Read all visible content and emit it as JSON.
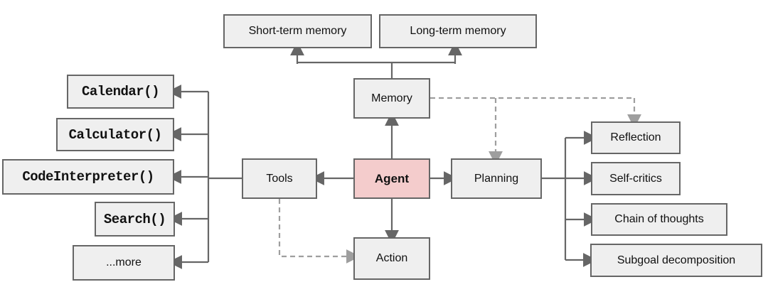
{
  "colors": {
    "background": "#ffffff",
    "box_fill": "#efefef",
    "box_border": "#666666",
    "agent_fill": "#f4cccc",
    "solid_line": "#666666",
    "dashed_line": "#9e9e9e",
    "text": "#111111"
  },
  "nodes": {
    "short_term_memory": {
      "label": "Short-term memory"
    },
    "long_term_memory": {
      "label": "Long-term memory"
    },
    "memory": {
      "label": "Memory"
    },
    "tools": {
      "label": "Tools"
    },
    "agent": {
      "label": "Agent"
    },
    "planning": {
      "label": "Planning"
    },
    "action": {
      "label": "Action"
    },
    "calendar": {
      "label": "Calendar()"
    },
    "calculator": {
      "label": "Calculator()"
    },
    "code_interpreter": {
      "label": "CodeInterpreter()"
    },
    "search": {
      "label": "Search()"
    },
    "more": {
      "label": "...more"
    },
    "reflection": {
      "label": "Reflection"
    },
    "self_critics": {
      "label": "Self-critics"
    },
    "chain_of_thoughts": {
      "label": "Chain of thoughts"
    },
    "subgoal_decomposition": {
      "label": "Subgoal decomposition"
    }
  },
  "edges": [
    {
      "from": "memory",
      "to": "short_term_memory",
      "style": "solid",
      "arrow": "to"
    },
    {
      "from": "memory",
      "to": "long_term_memory",
      "style": "solid",
      "arrow": "to"
    },
    {
      "from": "agent",
      "to": "memory",
      "style": "solid",
      "arrow": "to"
    },
    {
      "from": "agent",
      "to": "tools",
      "style": "solid",
      "arrow": "to"
    },
    {
      "from": "agent",
      "to": "planning",
      "style": "solid",
      "arrow": "to"
    },
    {
      "from": "agent",
      "to": "action",
      "style": "solid",
      "arrow": "to"
    },
    {
      "from": "tools",
      "to": "calendar",
      "style": "solid",
      "arrow": "to"
    },
    {
      "from": "tools",
      "to": "calculator",
      "style": "solid",
      "arrow": "to"
    },
    {
      "from": "tools",
      "to": "code_interpreter",
      "style": "solid",
      "arrow": "to"
    },
    {
      "from": "tools",
      "to": "search",
      "style": "solid",
      "arrow": "to"
    },
    {
      "from": "tools",
      "to": "more",
      "style": "solid",
      "arrow": "to"
    },
    {
      "from": "planning",
      "to": "reflection",
      "style": "solid",
      "arrow": "to"
    },
    {
      "from": "planning",
      "to": "self_critics",
      "style": "solid",
      "arrow": "to"
    },
    {
      "from": "planning",
      "to": "chain_of_thoughts",
      "style": "solid",
      "arrow": "to"
    },
    {
      "from": "planning",
      "to": "subgoal_decomposition",
      "style": "solid",
      "arrow": "to"
    },
    {
      "from": "memory",
      "to": "planning",
      "style": "dashed",
      "arrow": "to"
    },
    {
      "from": "memory",
      "to": "reflection",
      "style": "dashed",
      "arrow": "to"
    },
    {
      "from": "tools",
      "to": "action",
      "style": "dashed",
      "arrow": "to"
    }
  ]
}
